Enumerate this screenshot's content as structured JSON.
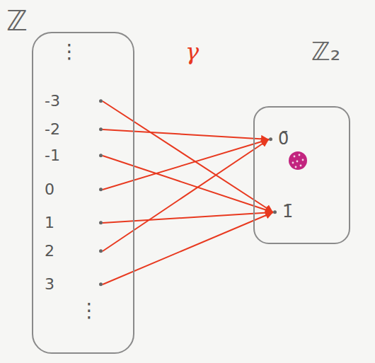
{
  "diagram": {
    "nodes": [
      {
        "text": [
          "ℤ"
        ]
      },
      {
        "text": [
          "-3"
        ],
        "in": 0
      },
      {
        "text": [
          "-2"
        ],
        "in": 0
      },
      {
        "text": [
          "-1"
        ],
        "in": 0
      },
      {
        "text": [
          "0"
        ],
        "in": 0
      },
      {
        "text": [
          "1"
        ],
        "in": 0
      },
      {
        "text": [
          "2"
        ],
        "in": 0
      },
      {
        "text": [
          "3"
        ],
        "in": 0
      },
      {
        "text": [
          "ℤ₂"
        ]
      },
      {
        "text": [
          "0̄"
        ],
        "in": 8
      },
      {
        "text": [
          "1̄"
        ],
        "in": 8
      }
    ],
    "edges": [
      {
        "from": 1,
        "to": 10,
        "arrow": "to"
      },
      {
        "from": 2,
        "to": 9,
        "arrow": "to"
      },
      {
        "from": 3,
        "to": 10,
        "arrow": "to"
      },
      {
        "from": 4,
        "to": 9,
        "arrow": "to"
      },
      {
        "from": 5,
        "to": 10,
        "arrow": "to"
      },
      {
        "from": 6,
        "to": 9,
        "arrow": "to"
      },
      {
        "from": 7,
        "to": 10,
        "arrow": "to"
      }
    ],
    "labels": [
      "γ",
      "⋮",
      "⋮"
    ]
  }
}
